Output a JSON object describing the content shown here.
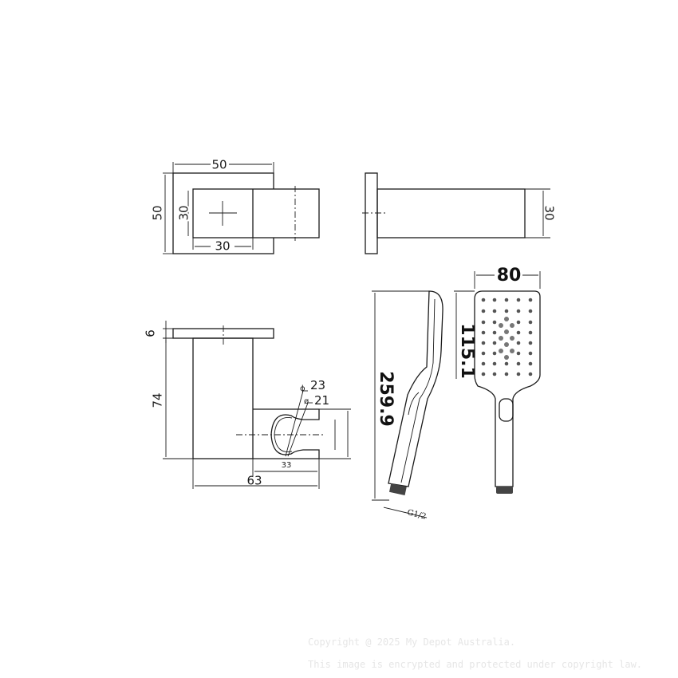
{
  "drawing": {
    "views": {
      "front_view": {
        "dims": {
          "outer_width": "50",
          "outer_height": "50",
          "inner_height": "30",
          "inner_width": "30"
        }
      },
      "side_view": {
        "dims": {
          "arm_height": "30"
        }
      },
      "holder_view": {
        "dims": {
          "plate_thickness": "6",
          "height": "74",
          "total_depth": "63",
          "clip_depth": "33",
          "outer_diameter": "23",
          "inner_diameter": "21"
        },
        "symbols": {
          "diameter_1": "ɸ",
          "diameter_2": "ø"
        }
      },
      "handshower_side": {
        "dims": {
          "length": "259.9",
          "thread": "G1/2"
        }
      },
      "handshower_front": {
        "dims": {
          "head_width": "80",
          "head_length": "115.1"
        }
      }
    }
  },
  "watermark": {
    "line1": "Copyright @ 2025 My Depot Australia.",
    "line2": "This image is encrypted and protected under copyright law."
  },
  "colors": {
    "line": "#1a1a1a",
    "background": "#ffffff",
    "watermark": "#e6e6e6"
  }
}
